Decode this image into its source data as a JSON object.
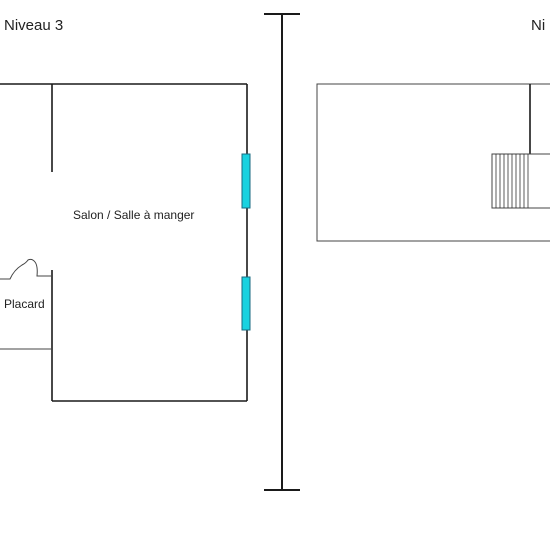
{
  "plan": {
    "level_left": "Niveau 3",
    "level_right": "Ni",
    "rooms": {
      "living": "Salon / Salle à manger",
      "closet": "Placard"
    }
  },
  "colors": {
    "wall": "#1a1a1a",
    "window": "#19d2e0",
    "background": "#ffffff"
  }
}
